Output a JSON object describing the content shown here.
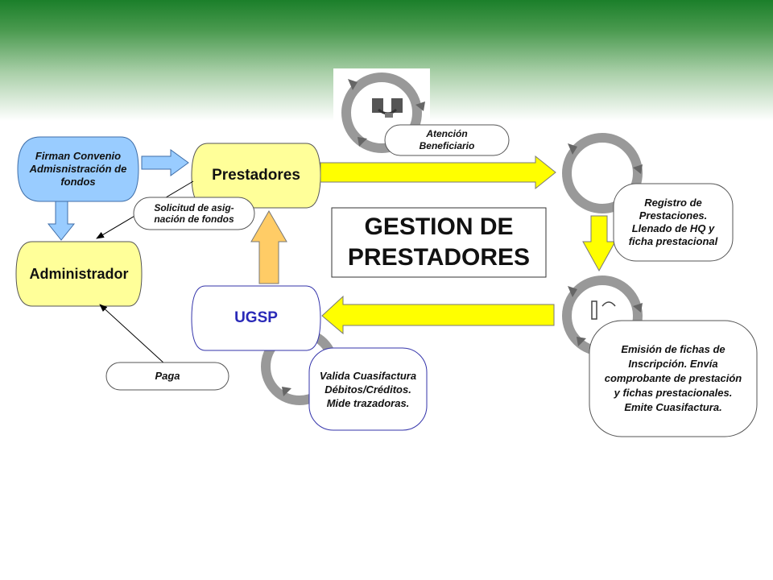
{
  "title_lines": [
    "GESTION DE",
    "PRESTADORES"
  ],
  "nodes": {
    "firman": "Firman Convenio Admisnistración de fondos",
    "prestadores": "Prestadores",
    "administrador": "Administrador",
    "ugsp": "UGSP",
    "solicitud": "Solicitud de asig-nación de fondos",
    "atencion": "Atención Beneficiario",
    "registro": "Registro de Prestaciones. Llenado de HQ y ficha prestacional",
    "emision": "Emisión de fichas de Inscripción.  Envía comprobante de prestación y fichas prestacionales. Emite Cuasifactura.",
    "valida": "Valida Cuasifactura Débitos/Créditos. Mide trazadoras.",
    "paga": "Paga"
  },
  "colors": {
    "band_green": "#1b7f2a",
    "blue_box": "#99ccff",
    "yellow_box": "#ffff99",
    "yellow_arrow": "#ffff00",
    "orange_arrow": "#ffcc66",
    "cycle_gray": "#999999"
  },
  "icons": [
    "cycle-icon",
    "handshake-icon",
    "people-icon"
  ]
}
